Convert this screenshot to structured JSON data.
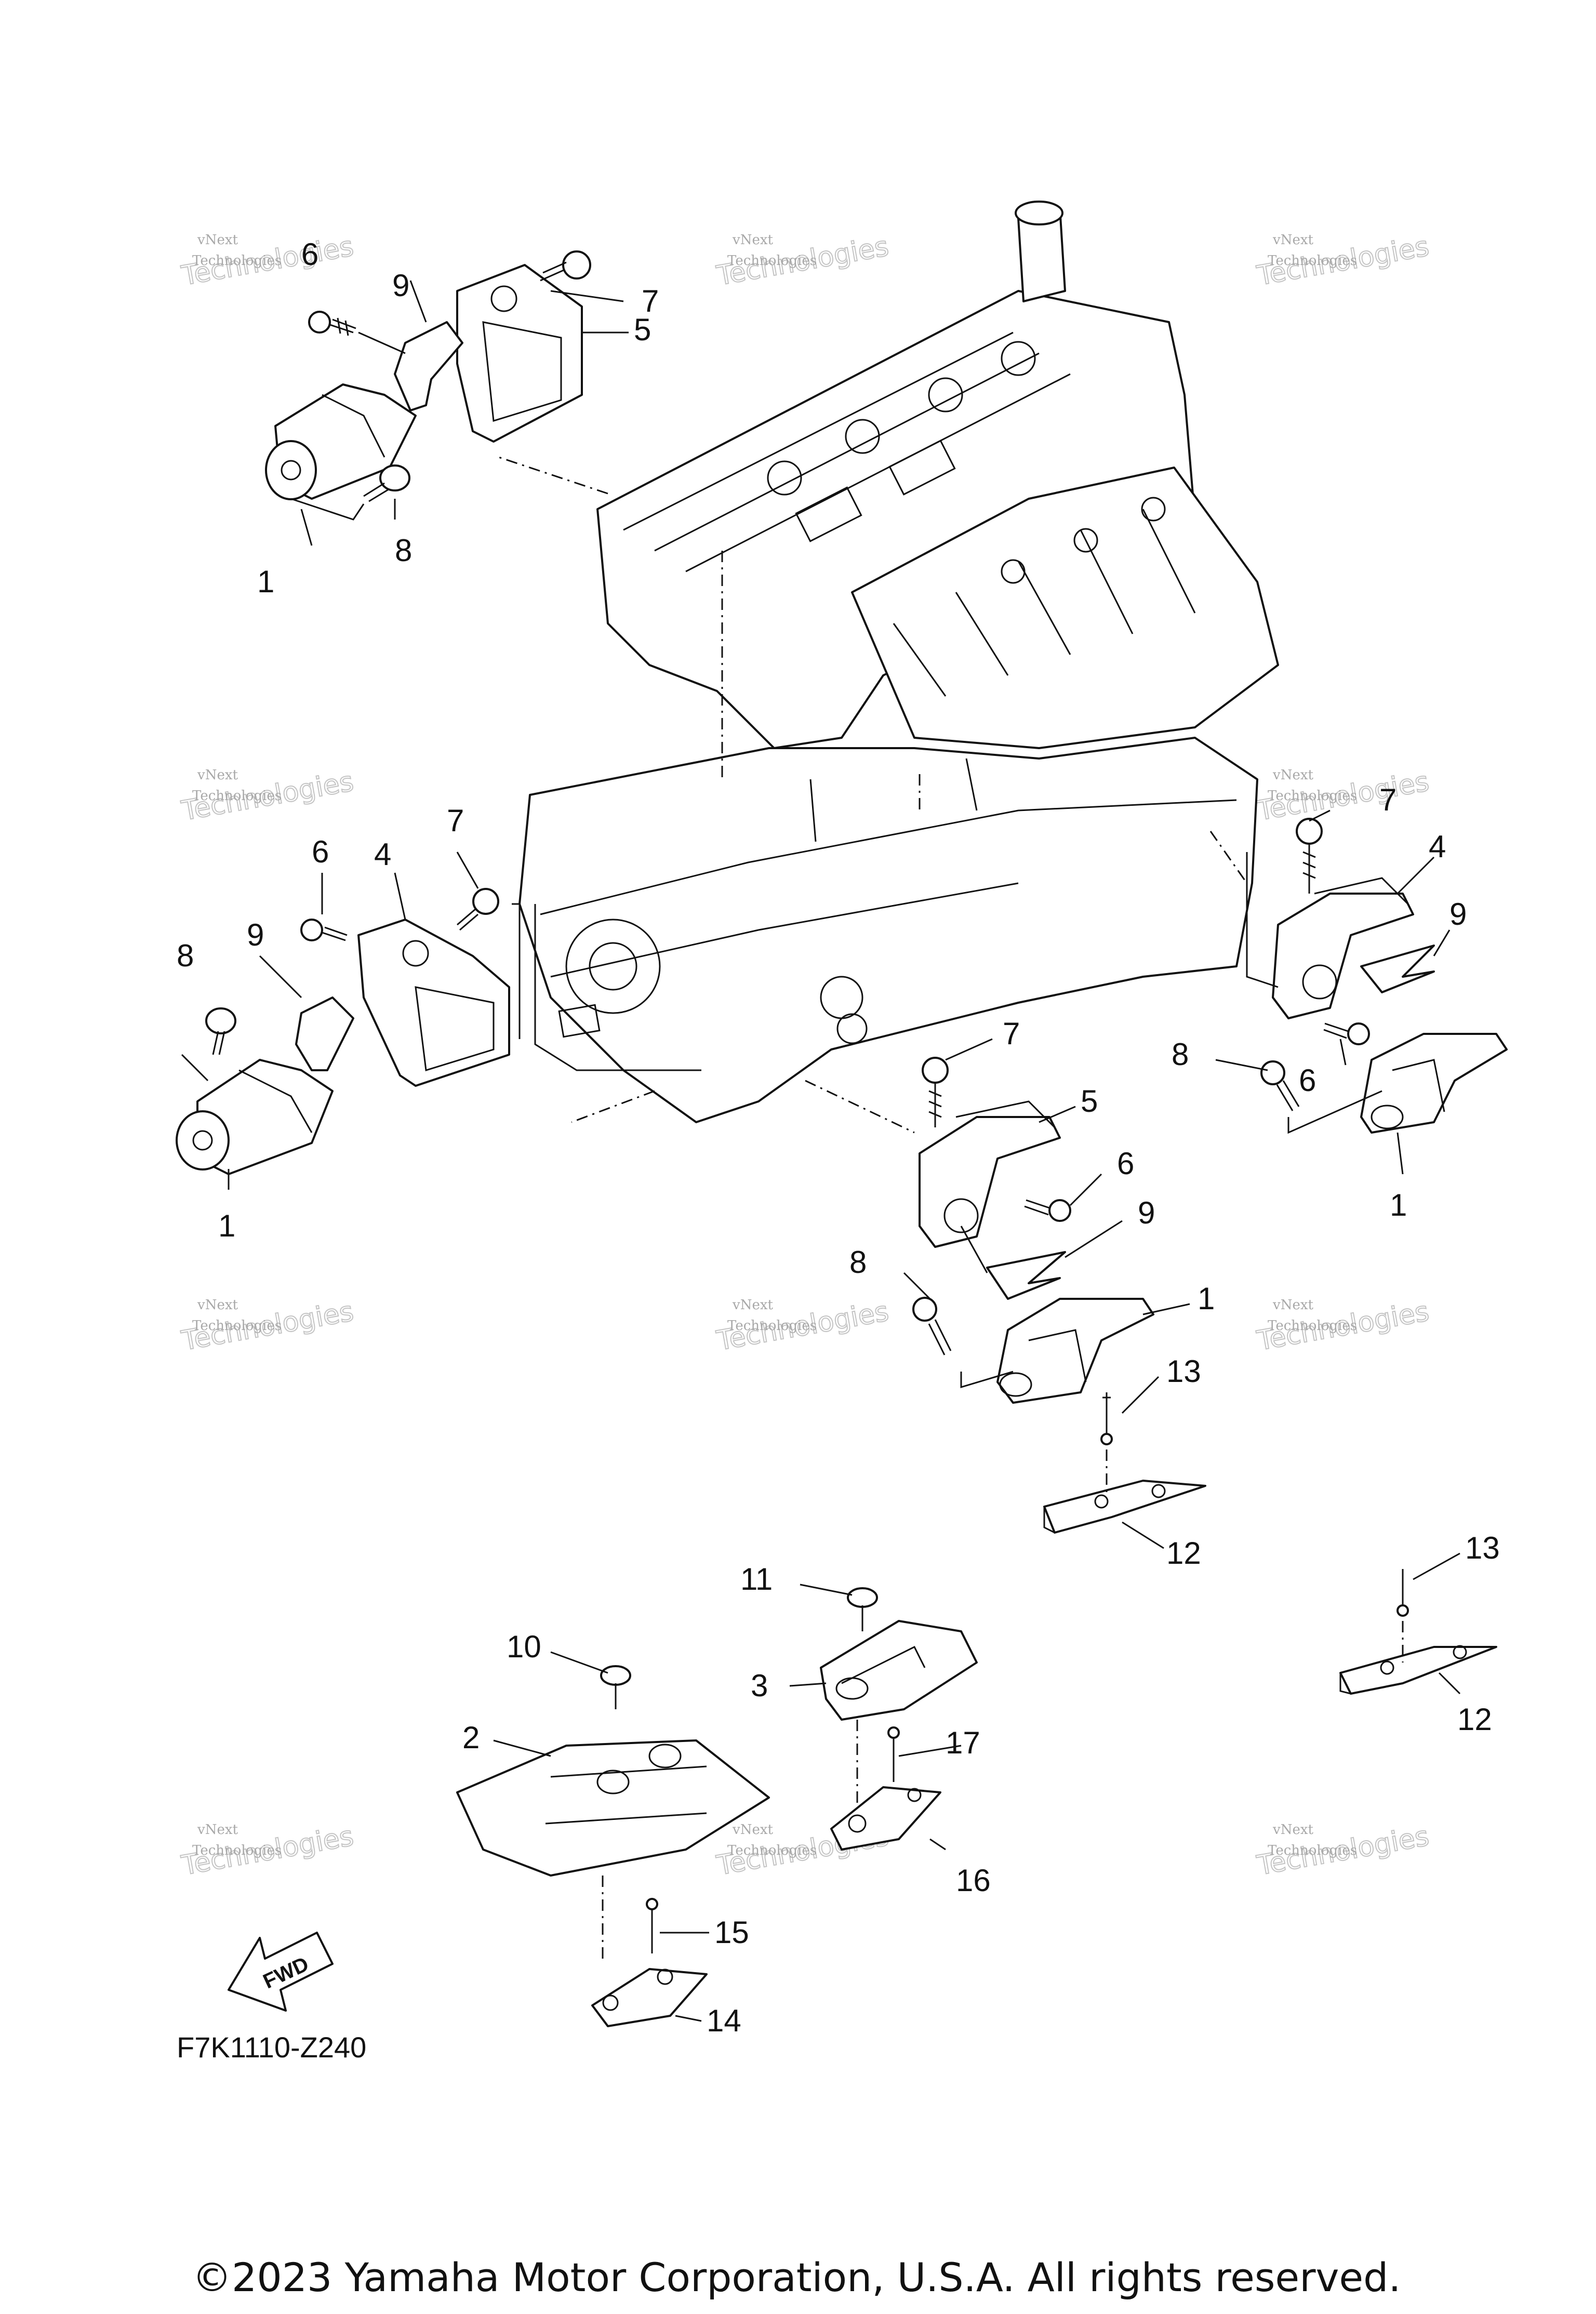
{
  "diagram": {
    "code": "F7K1110-Z240",
    "copyright": "©2023 Yamaha Motor Corporation, U.S.A. All rights reserved.",
    "fwd_label": "FWD",
    "watermark": {
      "line1": "vNext",
      "line2": "Technologies"
    },
    "callouts": [
      {
        "id": "c-6-a",
        "label": "6"
      },
      {
        "id": "c-9-a",
        "label": "9"
      },
      {
        "id": "c-7-a",
        "label": "7"
      },
      {
        "id": "c-5-a",
        "label": "5"
      },
      {
        "id": "c-8-a",
        "label": "8"
      },
      {
        "id": "c-1-a",
        "label": "1"
      },
      {
        "id": "c-6-b",
        "label": "6"
      },
      {
        "id": "c-4-b",
        "label": "4"
      },
      {
        "id": "c-7-b",
        "label": "7"
      },
      {
        "id": "c-9-b",
        "label": "9"
      },
      {
        "id": "c-8-b",
        "label": "8"
      },
      {
        "id": "c-1-b",
        "label": "1"
      },
      {
        "id": "c-7-c",
        "label": "7"
      },
      {
        "id": "c-4-c",
        "label": "4"
      },
      {
        "id": "c-9-c",
        "label": "9"
      },
      {
        "id": "c-8-c",
        "label": "8"
      },
      {
        "id": "c-6-c",
        "label": "6"
      },
      {
        "id": "c-1-c",
        "label": "1"
      },
      {
        "id": "c-7-d",
        "label": "7"
      },
      {
        "id": "c-5-d",
        "label": "5"
      },
      {
        "id": "c-6-d",
        "label": "6"
      },
      {
        "id": "c-9-d",
        "label": "9"
      },
      {
        "id": "c-8-d",
        "label": "8"
      },
      {
        "id": "c-1-d",
        "label": "1"
      },
      {
        "id": "c-13-a",
        "label": "13"
      },
      {
        "id": "c-12-a",
        "label": "12"
      },
      {
        "id": "c-11",
        "label": "11"
      },
      {
        "id": "c-10",
        "label": "10"
      },
      {
        "id": "c-3",
        "label": "3"
      },
      {
        "id": "c-2",
        "label": "2"
      },
      {
        "id": "c-17",
        "label": "17"
      },
      {
        "id": "c-16",
        "label": "16"
      },
      {
        "id": "c-15",
        "label": "15"
      },
      {
        "id": "c-14",
        "label": "14"
      },
      {
        "id": "c-13-b",
        "label": "13"
      },
      {
        "id": "c-12-b",
        "label": "12"
      }
    ]
  }
}
